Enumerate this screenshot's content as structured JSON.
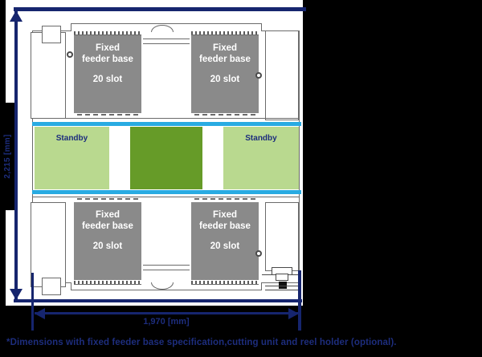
{
  "dimensions": {
    "height_label": "2,215 [mm]",
    "width_label": "1,970 [mm]"
  },
  "machine": {
    "feeder_bases": [
      {
        "position": "top-left",
        "lines": [
          "Fixed",
          "feeder base",
          "20 slot"
        ]
      },
      {
        "position": "top-right",
        "lines": [
          "Fixed",
          "feeder base",
          "20 slot"
        ]
      },
      {
        "position": "bottom-left",
        "lines": [
          "Fixed",
          "feeder base",
          "20 slot"
        ]
      },
      {
        "position": "bottom-right",
        "lines": [
          "Fixed",
          "feeder base",
          "20 slot"
        ]
      }
    ],
    "standby_zones": [
      {
        "position": "left",
        "label": "Standby"
      },
      {
        "position": "right",
        "label": "Standby"
      }
    ]
  },
  "footnote": "*Dimensions with fixed feeder base specification,cutting unit and reel holder (optional).",
  "colors": {
    "background": "#000000",
    "panel": "#ffffff",
    "dimension_navy": "#16256e",
    "conveyor_cyan": "#29abe2",
    "standby_green": "#b9d98f",
    "center_green": "#669b28",
    "feeder_base_gray": "#8a8a8a",
    "outline_gray": "#6b6b6b"
  }
}
